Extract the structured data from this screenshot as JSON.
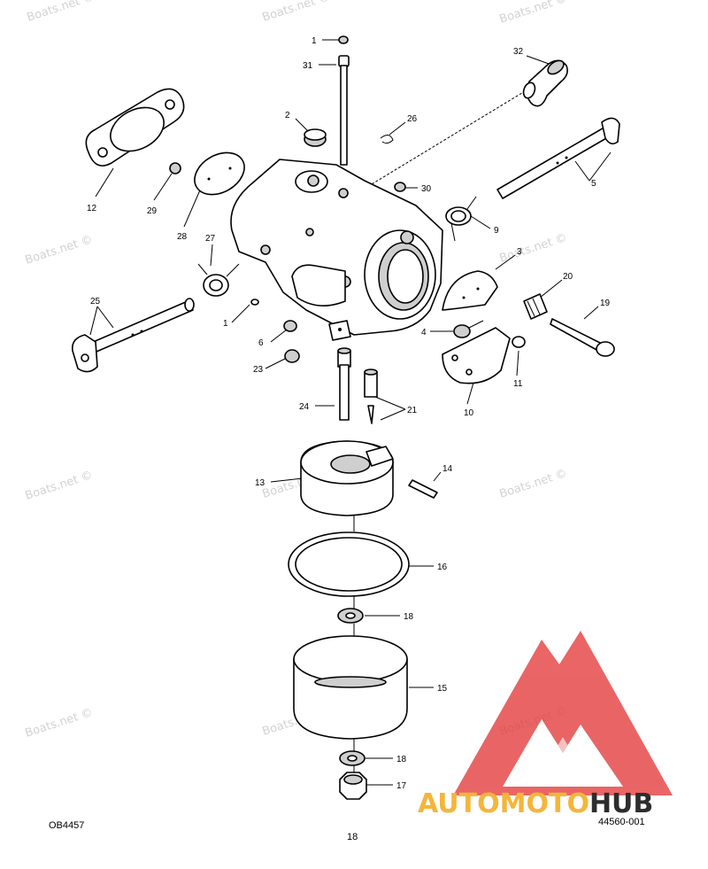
{
  "watermark_text": "Boats.net ©",
  "callouts": [
    "1",
    "31",
    "2",
    "26",
    "32",
    "12",
    "29",
    "30",
    "28",
    "5",
    "9",
    "27",
    "3",
    "20",
    "19",
    "25",
    "1",
    "6",
    "4",
    "23",
    "11",
    "10",
    "24",
    "21",
    "14",
    "13",
    "16",
    "18",
    "15",
    "18",
    "17"
  ],
  "footer": {
    "left_code": "OB4457",
    "page_number": "18",
    "right_code": "44560-001"
  },
  "logo": {
    "word_part1": "AUTOMOTO",
    "word_part2": "HUB",
    "color_part1": "#f5b53a",
    "color_part2": "#2d2d2d",
    "triangle_color": "#e43a3a"
  }
}
